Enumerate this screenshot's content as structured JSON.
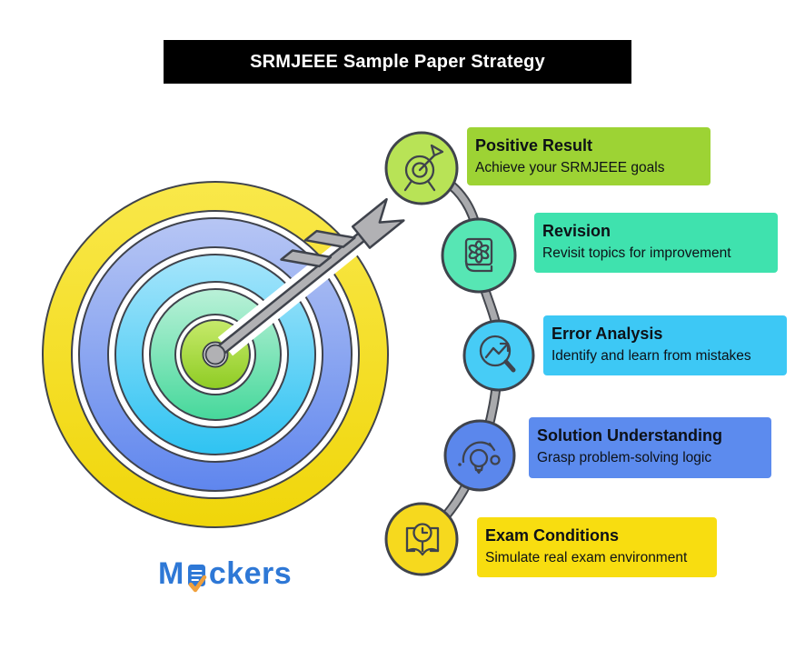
{
  "title": {
    "text": "SRMJEEE Sample Paper Strategy",
    "bg": "#000000",
    "color": "#ffffff"
  },
  "steps": [
    {
      "heading": "Positive Result",
      "description": "Achieve your SRMJEEE goals",
      "box_color": "#9dd334",
      "icon_fill": "#b8e356",
      "icon": "target-arrow-icon"
    },
    {
      "heading": "Revision",
      "description": "Revisit topics for improvement",
      "box_color": "#3fe2ae",
      "icon_fill": "#57e6b4",
      "icon": "book-gear-icon"
    },
    {
      "heading": "Error Analysis",
      "description": "Identify and learn from mistakes",
      "box_color": "#3dc8f5",
      "icon_fill": "#47ccf6",
      "icon": "magnifier-chart-icon"
    },
    {
      "heading": "Solution Understanding",
      "description": "Grasp problem-solving logic",
      "box_color": "#5c8bee",
      "icon_fill": "#5b87ec",
      "icon": "lightbulb-icon"
    },
    {
      "heading": "Exam Conditions",
      "description": "Simulate real exam environment",
      "box_color": "#f8dd10",
      "icon_fill": "#f6d91e",
      "icon": "open-book-clock-icon"
    }
  ],
  "logo": {
    "name": "Mockers",
    "prefix": "M",
    "suffix": "ckers",
    "color": "#2e78d6",
    "doc_color": "#2e78d6",
    "check_color": "#f0a03c"
  },
  "artwork": {
    "outline_color": "#3f434c",
    "connector_color": "#a9aaad",
    "connector_outline": "#44474e",
    "arrow_color": "#b1b1b4",
    "bullseye_color": "#b1b1b4",
    "target_rings": {
      "yellow": [
        "#f9e84a",
        "#f0d60a"
      ],
      "blue": [
        "#b7c6f4",
        "#5f86ee"
      ],
      "cyan": [
        "#a5e5fb",
        "#2fc3f2"
      ],
      "mint": [
        "#baf1d8",
        "#46d89b"
      ],
      "green": [
        "#c6ea6b",
        "#8fcc24"
      ]
    }
  }
}
